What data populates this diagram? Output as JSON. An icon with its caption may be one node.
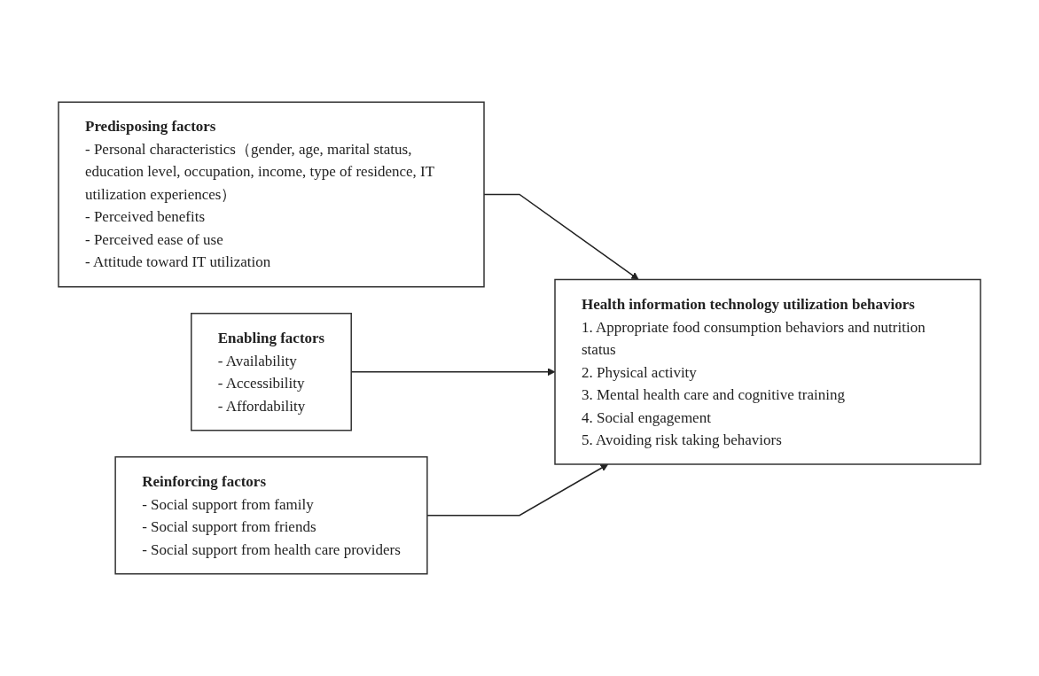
{
  "diagram": {
    "nodes": [
      {
        "text": [
          "Predisposing factors",
          "- Personal characteristics（gender, age, marital status, education level, occupation, income, type of residence, IT utilization experiences）",
          "- Perceived benefits",
          "- Perceived ease of use",
          "- Attitude toward IT utilization"
        ]
      },
      {
        "text": [
          "Enabling factors",
          "- Availability",
          "- Accessibility",
          "- Affordability"
        ]
      },
      {
        "text": [
          "Reinforcing factors",
          "- Social support from family",
          "- Social support from friends",
          "- Social support from health care providers"
        ]
      },
      {
        "text": [
          "Health information technology utilization behaviors",
          "1. Appropriate food consumption behaviors and nutrition status",
          "2. Physical activity",
          "3. Mental health care and cognitive training",
          "4. Social engagement",
          "5. Avoiding risk taking behaviors"
        ]
      }
    ],
    "edges": [
      {
        "from": 0,
        "to": 3,
        "arrow": "to"
      },
      {
        "from": 1,
        "to": 3,
        "arrow": "to"
      },
      {
        "from": 2,
        "to": 3,
        "arrow": "to"
      }
    ]
  }
}
